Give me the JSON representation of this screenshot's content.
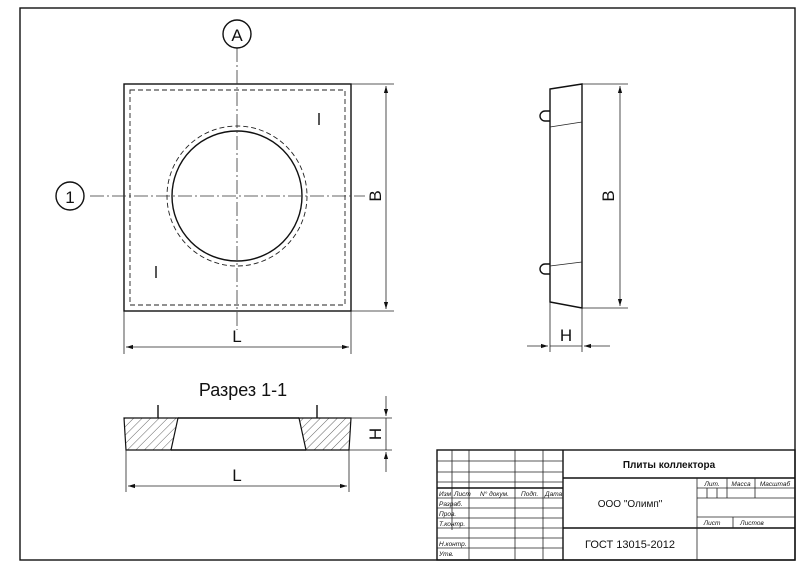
{
  "markers": {
    "section_a": "A",
    "section_1": "1"
  },
  "dimensions": {
    "length": "L",
    "width": "B",
    "height": "H"
  },
  "section_title": "Разрез 1-1",
  "title_block": {
    "product": "Плиты коллектора",
    "company": "ООО \"Олимп\"",
    "standard": "ГОСТ 13015-2012",
    "stage_label": "Лит.",
    "mass_label": "Масса",
    "scale_label": "Масштаб",
    "sheet_label": "Лист",
    "sheets_label": "Листов",
    "col_headers": [
      "Изм",
      "Лист",
      "N° докум.",
      "Подп.",
      "Дата"
    ],
    "row_labels": [
      "Разраб.",
      "Пров.",
      "Т.контр.",
      "Н.контр.",
      "Утв."
    ]
  }
}
